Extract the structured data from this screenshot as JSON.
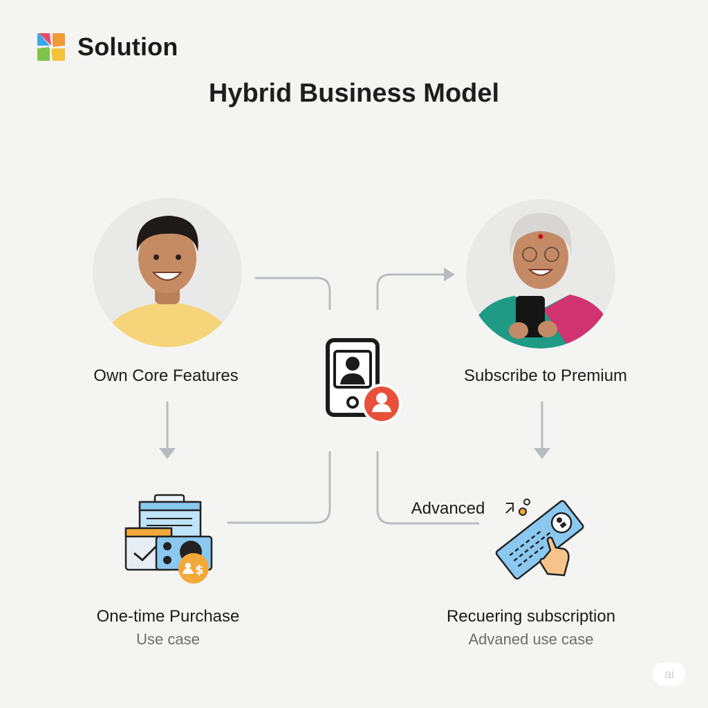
{
  "brand": {
    "name": "Solution",
    "logo_icon": "pinwheel-logo-icon"
  },
  "title": "Hybrid Business Model",
  "left_path": {
    "persona_icon": "young-man-avatar",
    "label": "Own Core Features",
    "product_icon": "one-time-purchase-icon",
    "product_label": "One-time Purchase",
    "product_sublabel": "Use case"
  },
  "right_path": {
    "persona_icon": "senior-woman-avatar",
    "label": "Subscribe to Premium",
    "product_icon": "subscription-card-icon",
    "product_label": "Recuering subscription",
    "product_sublabel": "Advaned use case",
    "connector_label": "Advanced"
  },
  "center": {
    "icon": "smartphone-user-icon",
    "badge_icon": "user-badge-icon"
  },
  "corner_badge": "ai",
  "colors": {
    "background": "#f4f4f3",
    "connector": "#b9bcbf",
    "badge_red": "#e8503a",
    "money_orange": "#f3a93a",
    "card_blue": "#8ac8f0"
  }
}
